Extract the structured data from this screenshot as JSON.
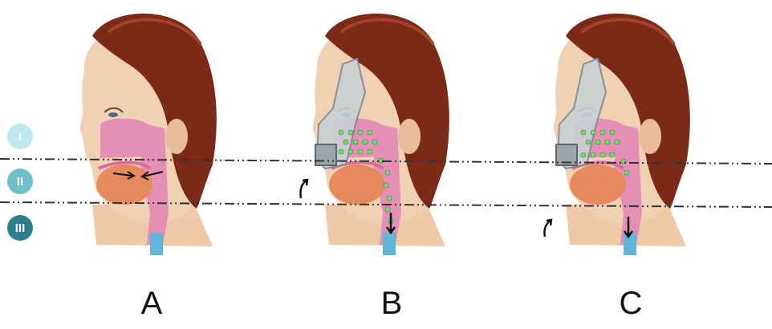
{
  "levels": [
    {
      "label": "I",
      "color": "#bfe7ee"
    },
    {
      "label": "II",
      "color": "#6fbfc9"
    },
    {
      "label": "III",
      "color": "#2e7f8e"
    }
  ],
  "panels": [
    {
      "label": "A",
      "mask": false
    },
    {
      "label": "B",
      "mask": true
    },
    {
      "label": "C",
      "mask": true
    }
  ],
  "colors": {
    "hair": "#7a2a16",
    "skin": "#f1d1b4",
    "mucosa": "#e58fb6",
    "tongue": "#e58a5c",
    "airflow_dots": "#6fe06a",
    "level_line": "#333333"
  }
}
